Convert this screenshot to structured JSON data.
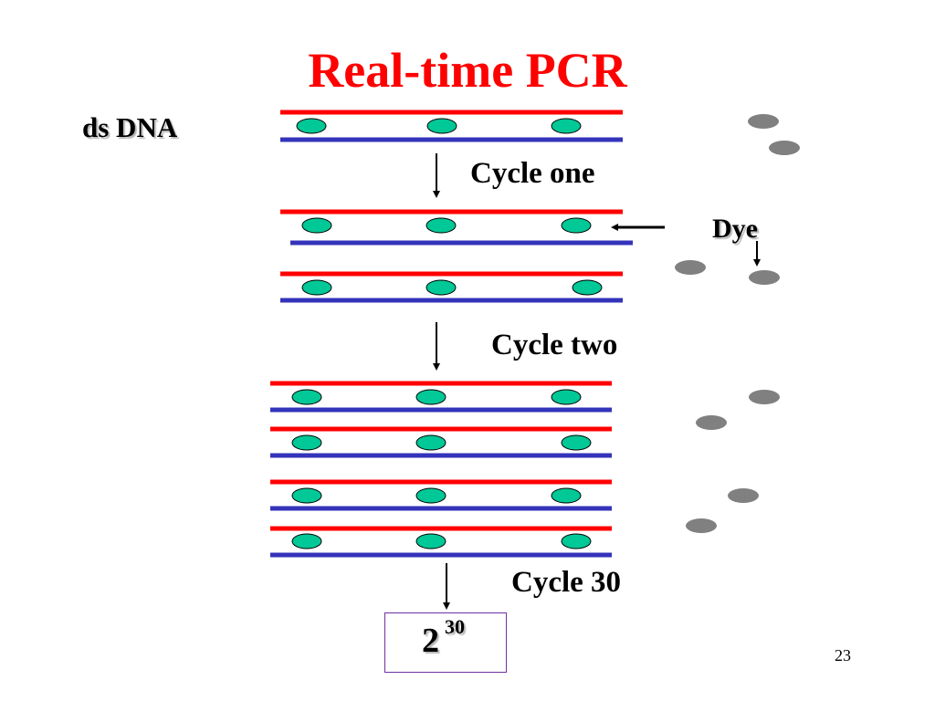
{
  "title": "Real-time PCR",
  "labels": {
    "ds_dna": "ds DNA",
    "cycle_one": "Cycle one",
    "cycle_two": "Cycle two",
    "cycle_thirty": "Cycle 30",
    "dye": "Dye",
    "result_base": "2",
    "result_exponent": "30",
    "page_number": "23"
  },
  "colors": {
    "title": "#ff0000",
    "strand_top": "#ff0000",
    "strand_bottom": "#3333bb",
    "bound_dye": "#00c896",
    "free_dye": "#808080",
    "box_border": "#7030a0"
  }
}
